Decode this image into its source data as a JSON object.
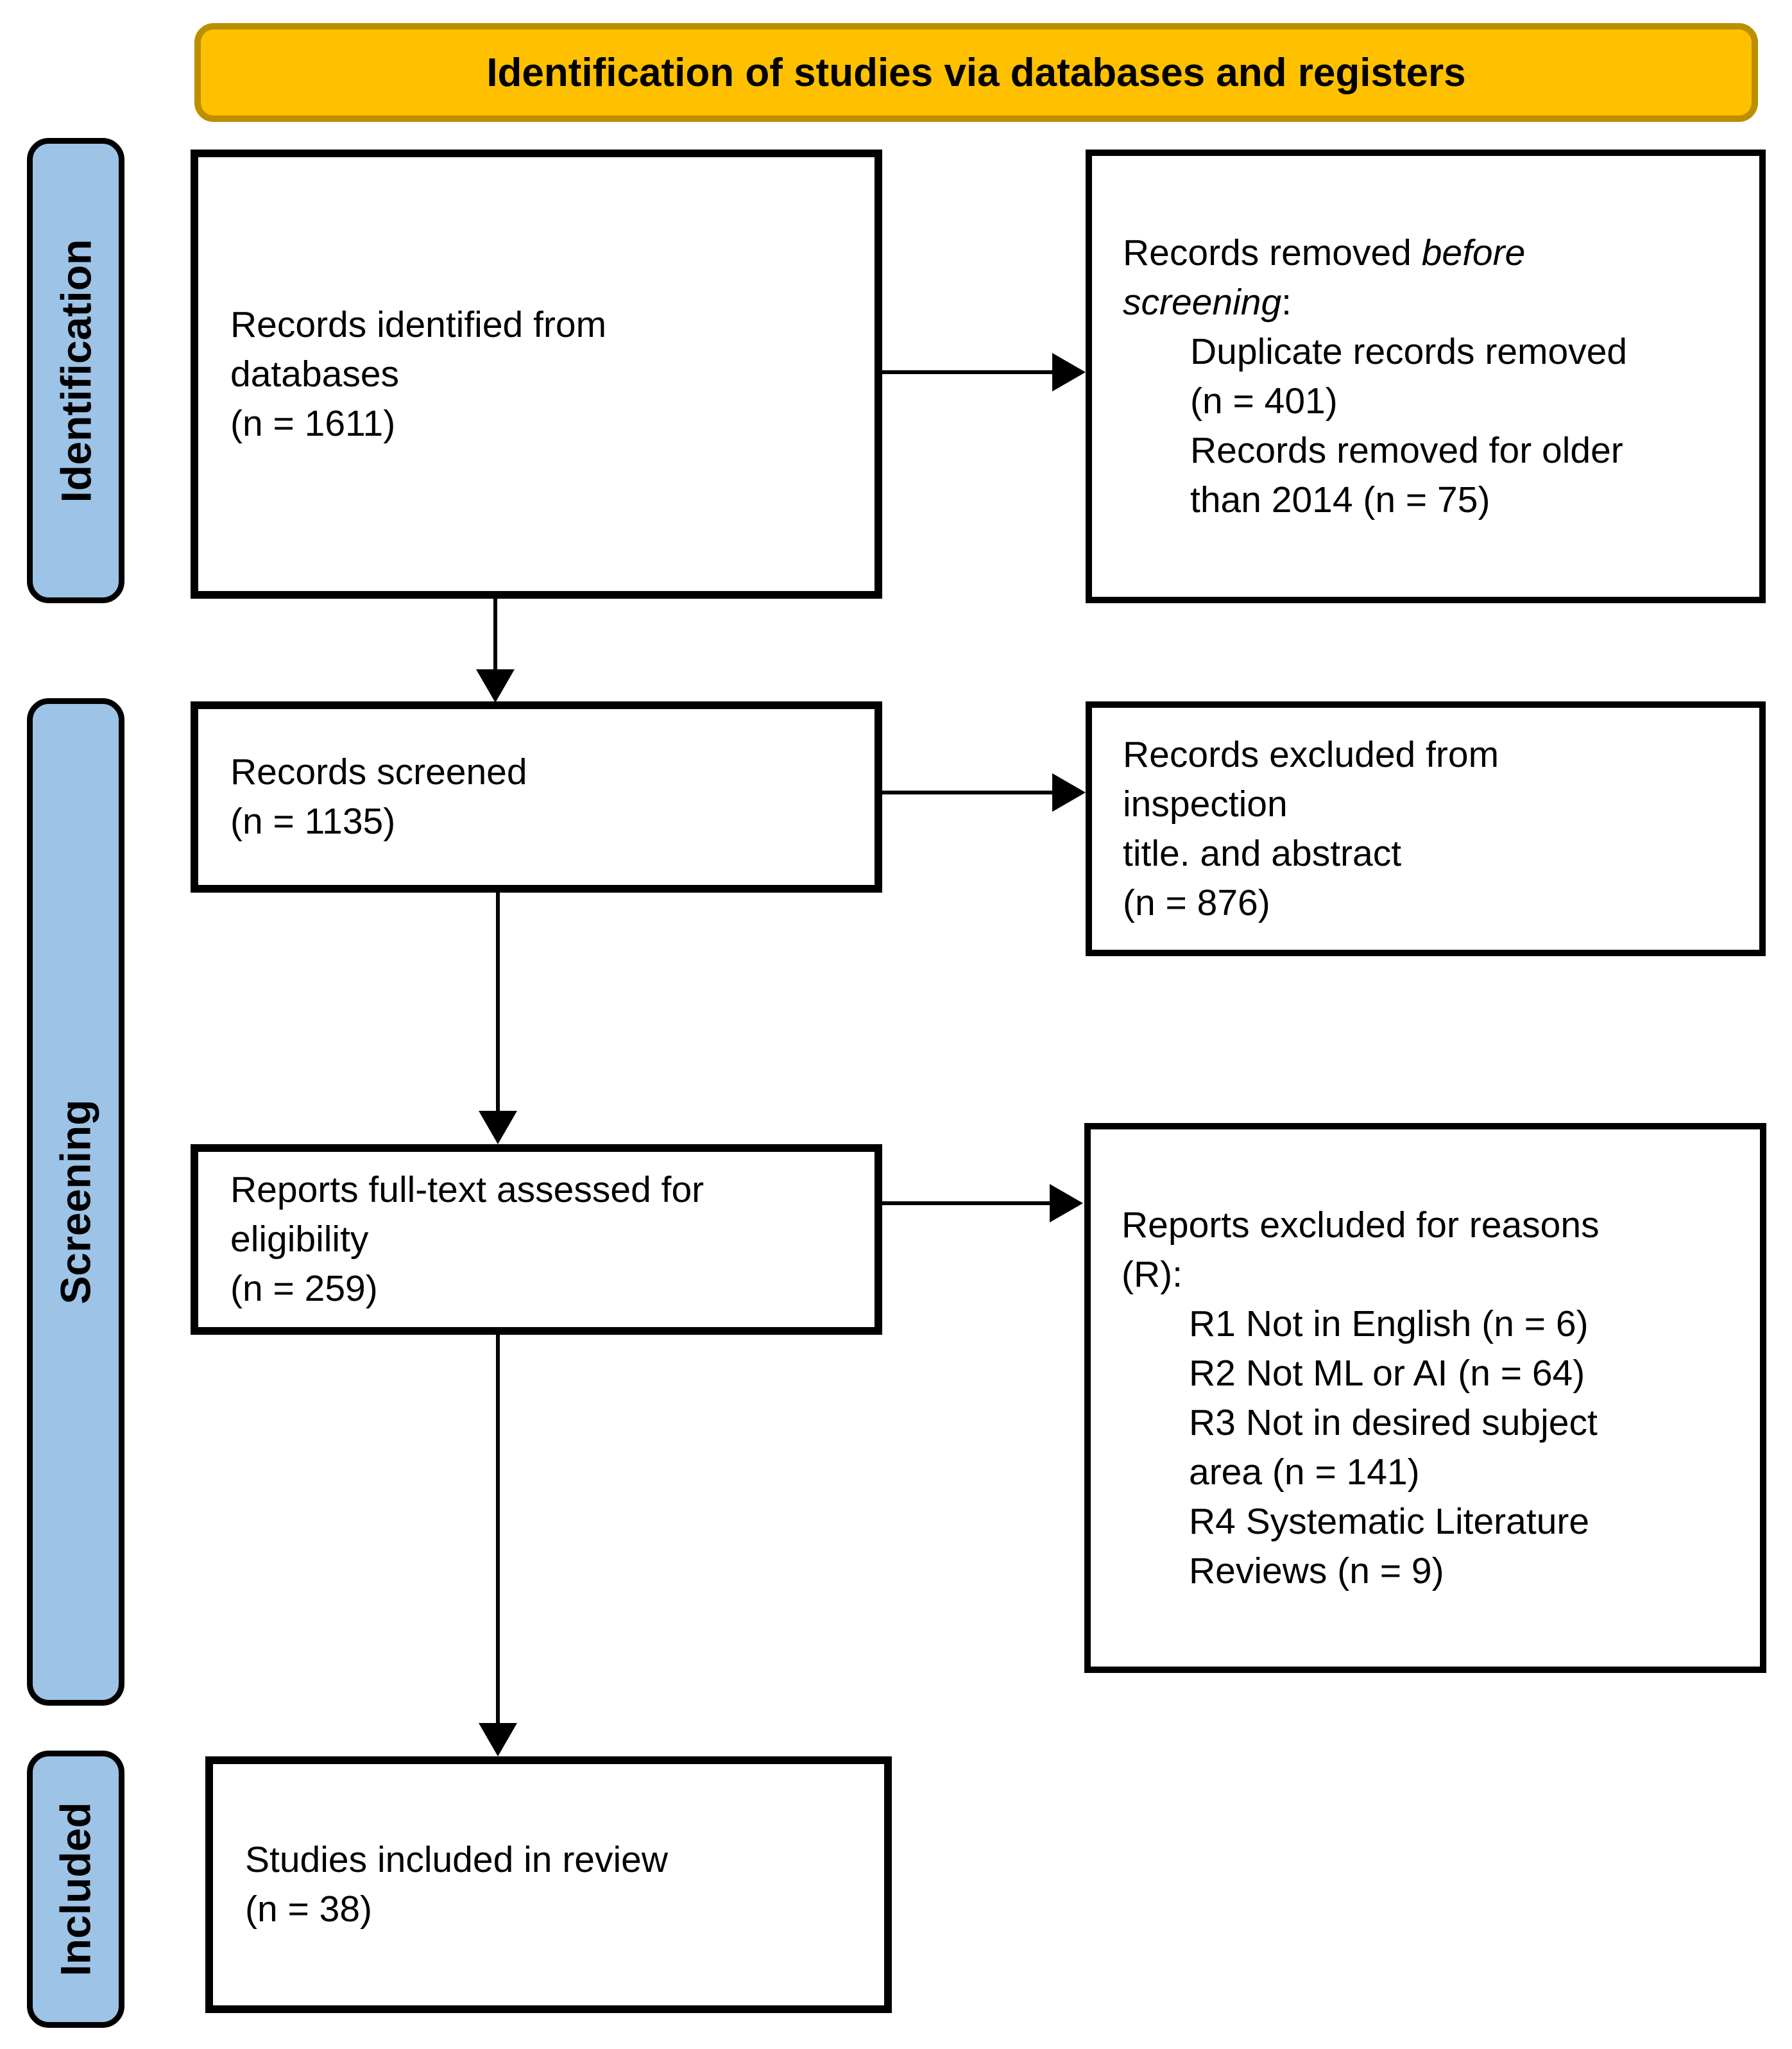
{
  "banner": {
    "label": "Identification of studies via databases and registers",
    "fill": "#FFC000",
    "border": "#BC8F00"
  },
  "sidebar": {
    "fill": "#9DC3E6",
    "items": [
      {
        "label": "Identification"
      },
      {
        "label": "Screening"
      },
      {
        "label": "Included"
      }
    ]
  },
  "boxes": {
    "identified": {
      "lines": [
        {
          "text": "Records identified from"
        },
        {
          "text": "databases"
        },
        {
          "text": "(n = 1611)"
        }
      ]
    },
    "removed_before_screening": {
      "lines": [
        {
          "segments": [
            {
              "t": "Records removed "
            },
            {
              "t": "before",
              "italic": true
            }
          ]
        },
        {
          "segments": [
            {
              "t": "screening",
              "italic": true
            },
            {
              "t": ":"
            }
          ]
        },
        {
          "indent": true,
          "text": "Duplicate records removed"
        },
        {
          "indent": true,
          "text": "(n = 401)"
        },
        {
          "indent": true,
          "text": "Records removed for older"
        },
        {
          "indent": true,
          "text": "than 2014 (n = 75)"
        }
      ]
    },
    "screened": {
      "lines": [
        {
          "text": "Records screened"
        },
        {
          "text": "(n = 1135)"
        }
      ]
    },
    "excluded_inspection": {
      "lines": [
        {
          "text": "Records excluded from"
        },
        {
          "text": "inspection"
        },
        {
          "text": "title. and abstract"
        },
        {
          "text": "(n = 876)"
        }
      ]
    },
    "fulltext_assessed": {
      "lines": [
        {
          "text": "Reports full-text assessed for"
        },
        {
          "text": "eligibility"
        },
        {
          "text": "(n = 259)"
        }
      ]
    },
    "excluded_reasons": {
      "lines": [
        {
          "text": "Reports excluded for reasons"
        },
        {
          "text": "(R):"
        },
        {
          "indent": true,
          "text": "R1 Not in English (n = 6)"
        },
        {
          "indent": true,
          "text": "R2 Not ML or AI (n = 64)"
        },
        {
          "indent": true,
          "text": "R3 Not in desired subject"
        },
        {
          "indent": true,
          "text": "area (n = 141)"
        },
        {
          "indent": true,
          "text": "R4 Systematic Literature"
        },
        {
          "indent": true,
          "text": "Reviews (n = 9)"
        }
      ]
    },
    "included_review": {
      "lines": [
        {
          "text": "Studies included in review"
        },
        {
          "text": "(n = 38)"
        }
      ]
    }
  }
}
